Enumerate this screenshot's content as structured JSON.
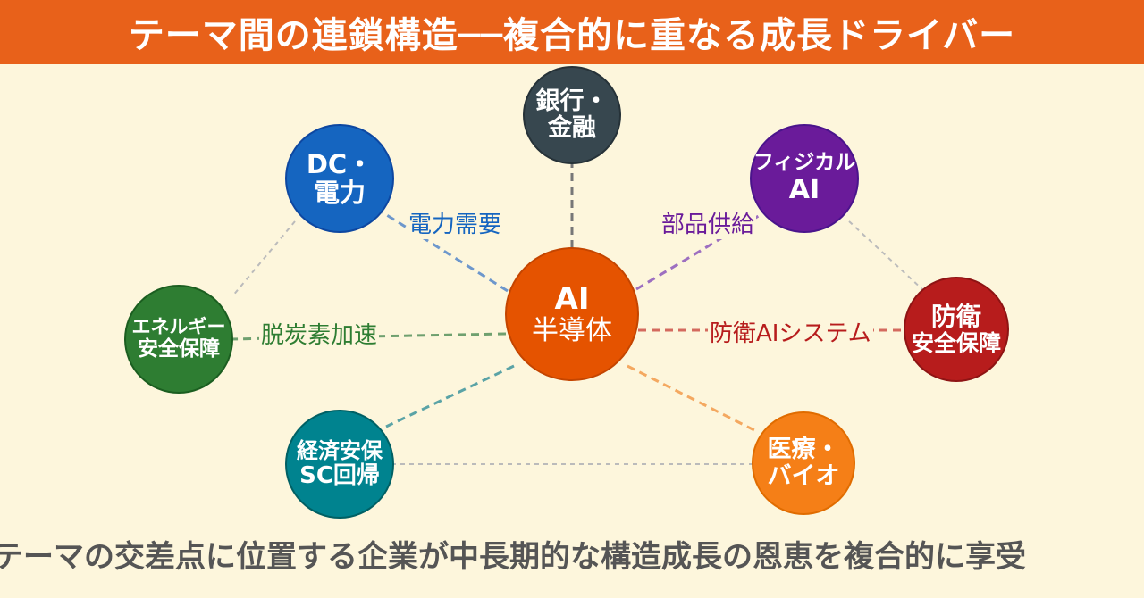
{
  "header": {
    "title": "テーマ間の連鎖構造──複合的に重なる成長ドライバー"
  },
  "center": {
    "line1": "AI",
    "line2": "半導体",
    "color": "#e55300"
  },
  "nodes": {
    "bank": {
      "line1": "銀行・",
      "line2": "金融",
      "color": "#37474f"
    },
    "dc": {
      "line1": "DC・",
      "line2": "電力",
      "color": "#1565c0"
    },
    "physical": {
      "line1": "フィジカル",
      "line2": "AI",
      "color": "#6a1b9a"
    },
    "energy": {
      "line1": "エネルギー",
      "line2": "安全保障",
      "color": "#2e7d32"
    },
    "defense": {
      "line1": "防衛",
      "line2": "安全保障",
      "color": "#b71c1c"
    },
    "econ": {
      "line1": "経済安保",
      "line2": "SC回帰",
      "color": "#00838f"
    },
    "medical": {
      "line1": "医療・",
      "line2": "バイオ",
      "color": "#f57f17"
    }
  },
  "edges": {
    "power_demand": {
      "label": "電力需要",
      "color": "#1565c0"
    },
    "parts_supply": {
      "label": "部品供給",
      "color": "#6a1b9a"
    },
    "decarbon": {
      "label": "脱炭素加速",
      "color": "#2e7d32"
    },
    "defense_ai": {
      "label": "防衛AIシステム",
      "color": "#b71c1c"
    }
  },
  "footer": {
    "text": "テーマの交差点に位置する企業が中長期的な構造成長の恩恵を複合的に享受"
  }
}
